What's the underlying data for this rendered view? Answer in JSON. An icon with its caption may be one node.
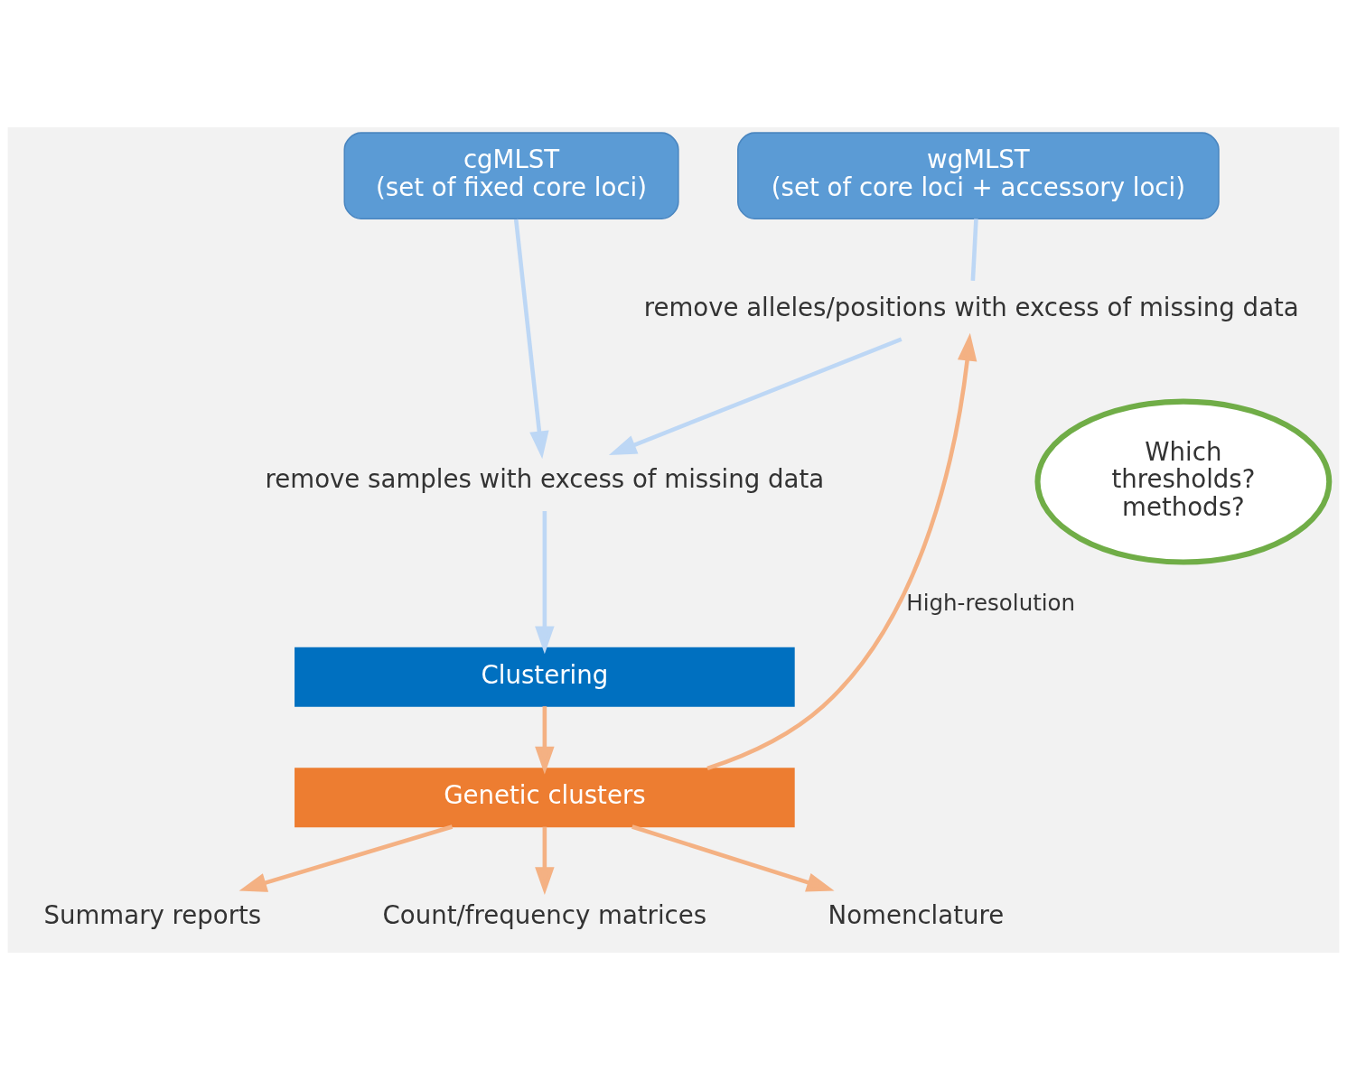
{
  "diagram": {
    "nodes": [
      {
        "text": [
          "cgMLST",
          "(set of fixed core loci)"
        ]
      },
      {
        "text": [
          "wgMLST",
          "(set of core loci + accessory loci)"
        ]
      },
      {
        "text": [
          "remove alleles/positions with excess of missing data"
        ]
      },
      {
        "text": [
          "remove samples with excess of missing data"
        ]
      },
      {
        "text": [
          "Clustering"
        ]
      },
      {
        "text": [
          "Genetic clusters"
        ]
      },
      {
        "text": [
          "Summary reports"
        ]
      },
      {
        "text": [
          "Count/frequency matrices"
        ]
      },
      {
        "text": [
          "Nomenclature"
        ]
      },
      {
        "text": [
          "Which thresholds? methods?"
        ]
      }
    ],
    "edges": [
      {
        "from": 0,
        "to": 3,
        "arrow": "to",
        "color": "#bdd7f5"
      },
      {
        "from": 1,
        "to": 2,
        "arrow": "none",
        "color": "#bdd7f5"
      },
      {
        "from": 2,
        "to": 3,
        "arrow": "to",
        "color": "#bdd7f5"
      },
      {
        "from": 3,
        "to": 4,
        "arrow": "to",
        "color": "#bdd7f5"
      },
      {
        "from": 4,
        "to": 5,
        "arrow": "to"
      },
      {
        "from": 5,
        "to": 6,
        "arrow": "to"
      },
      {
        "from": 5,
        "to": 7,
        "arrow": "to"
      },
      {
        "from": 5,
        "to": 8,
        "arrow": "to"
      },
      {
        "from": 5,
        "to": 2,
        "arrow": "to",
        "label": "High-resolution"
      }
    ]
  }
}
